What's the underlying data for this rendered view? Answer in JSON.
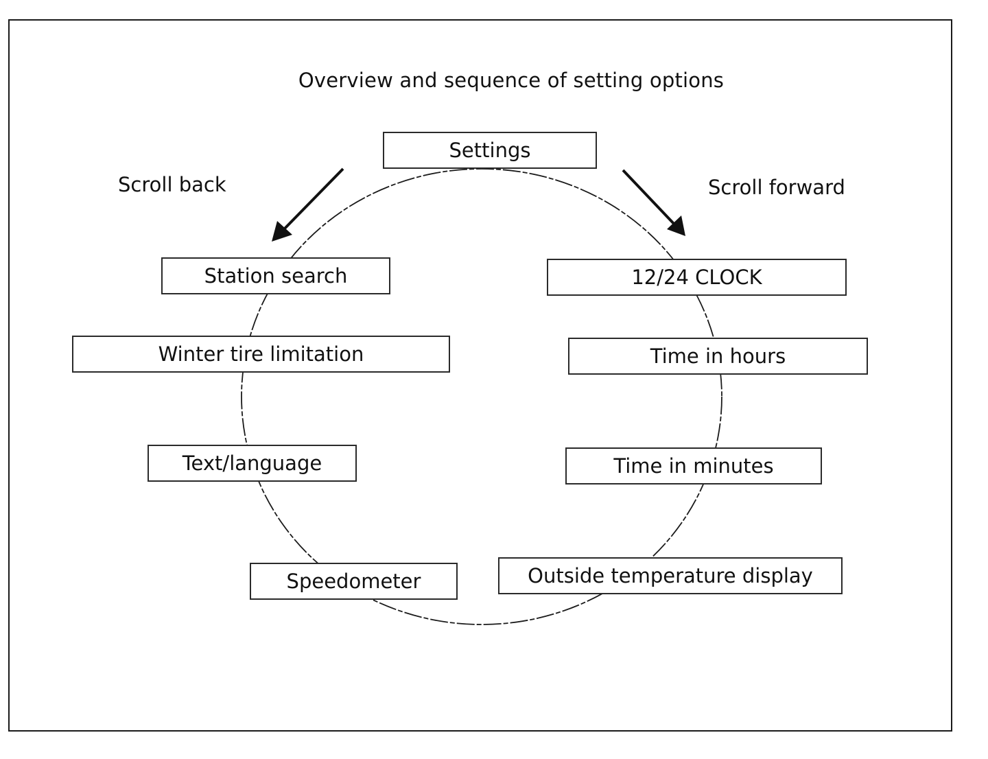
{
  "diagram": {
    "title": "Overview and sequence of setting options",
    "top_node": "Settings",
    "scroll_back_label": "Scroll back",
    "scroll_forward_label": "Scroll forward",
    "left_nodes": [
      "Station search",
      "Winter tire limitation",
      "Text/language",
      "Speedometer"
    ],
    "right_nodes": [
      "12/24 CLOCK",
      "Time in hours",
      "Time in minutes",
      "Outside temperature display"
    ],
    "colors": {
      "line": "#1a1a1a",
      "background": "#ffffff"
    }
  }
}
